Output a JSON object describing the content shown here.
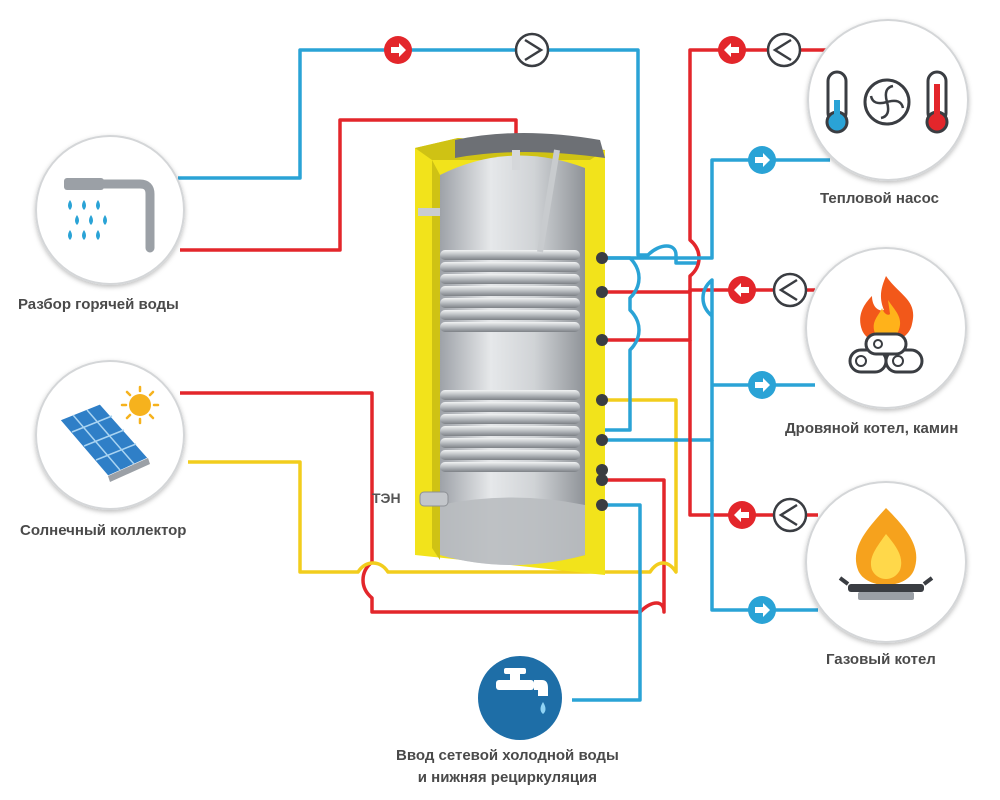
{
  "labels": {
    "hot_water": "Разбор горячей воды",
    "solar": "Солнечный коллектор",
    "heat_pump": "Тепловой насос",
    "wood_boiler": "Дровяной котел, камин",
    "gas_boiler": "Газовый котел",
    "cold_water_line1": "Ввод  сетевой холодной воды",
    "cold_water_line2": "и нижняя рециркуляция",
    "heating_element": "ТЭН"
  },
  "colors": {
    "hot_pipe": "#e3262b",
    "cold_pipe": "#2aa3d6",
    "solar_pipe": "#f2cd1d",
    "tank_insulation": "#f2e31b",
    "tank_steel": "#c9ccd0",
    "text": "#4a4a4a",
    "cold_water_badge": "#1e6ea7"
  },
  "icons": {
    "hot_water": "shower-icon",
    "solar": "solar-panel-icon",
    "heat_pump": "heat-pump-icon",
    "wood_boiler": "wood-fire-icon",
    "gas_boiler": "gas-flame-icon",
    "cold_water": "water-tap-icon",
    "pump": "pump-icon",
    "flow_arrow": "flow-arrow-icon"
  }
}
